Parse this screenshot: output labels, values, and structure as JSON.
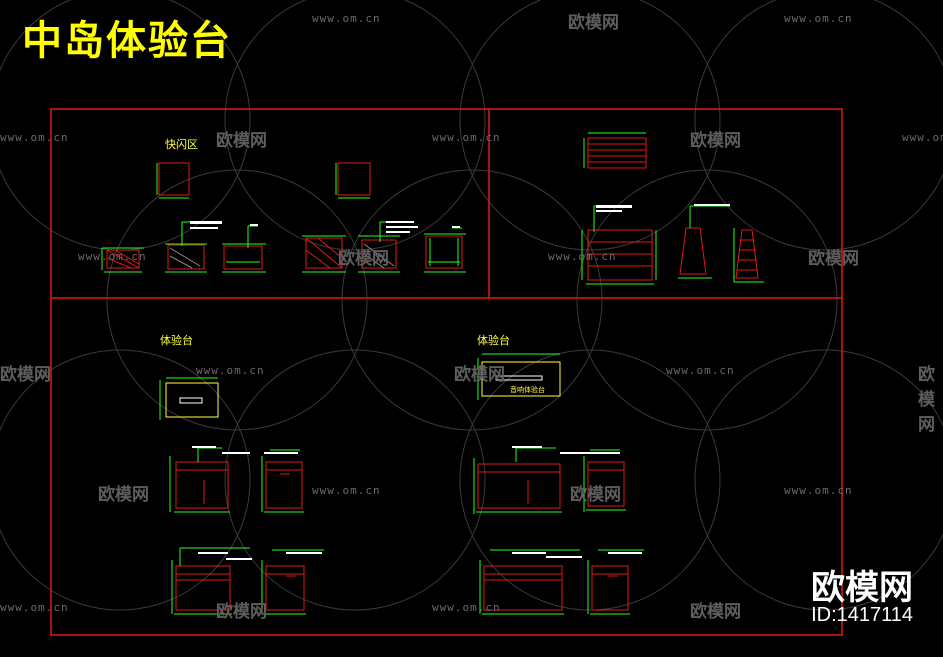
{
  "drawing": {
    "title": "中岛体验台",
    "labels": {
      "express_zone": "快闪区",
      "experience_left": "体验台",
      "experience_right": "体验台",
      "plan_tag": "音响体验台"
    }
  },
  "watermark": {
    "url": "www.om.cn",
    "brand": "欧模网"
  },
  "logo": {
    "name": "欧模网",
    "id": "ID:1417114"
  },
  "colors": {
    "background": "#000000",
    "frame": "#e01818",
    "dimension": "#20ff20",
    "text": "#ffff40",
    "watermark": "#666666"
  }
}
